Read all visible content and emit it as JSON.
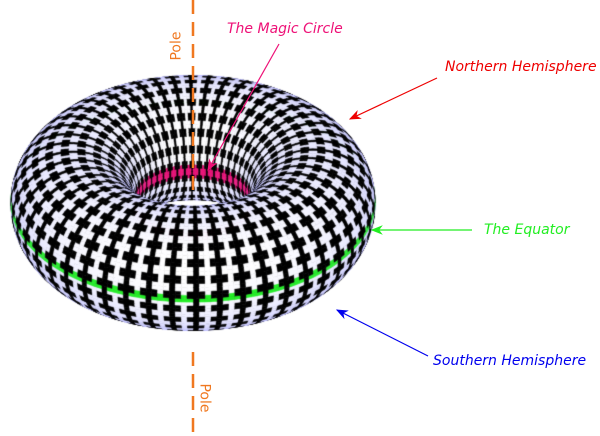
{
  "labels": {
    "magic_circle": "The Magic Circle",
    "northern": "Northern Hemisphere",
    "equator": "The Equator",
    "southern": "Southern Hemisphere",
    "pole_top": "Pole",
    "pole_bottom": "Pole"
  },
  "colors": {
    "pole": "#f07820",
    "magic": "#ee1177",
    "northern": "#ee0000",
    "equator": "#22ee22",
    "southern": "#0000ee",
    "shade": "#a8a8ff"
  }
}
